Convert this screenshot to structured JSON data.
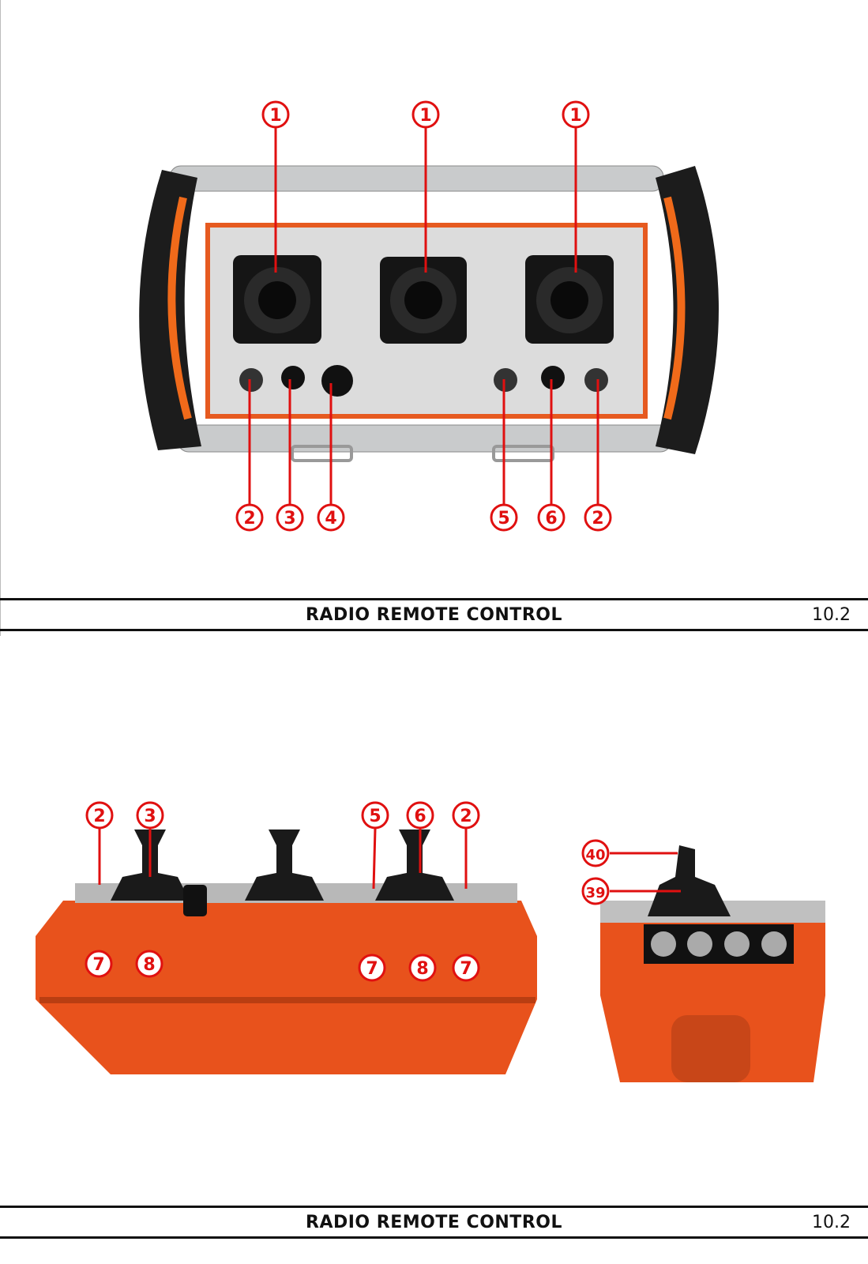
{
  "pages": [
    {
      "footer": {
        "title": "RADIO REMOTE CONTROL",
        "section": "10.2"
      }
    },
    {
      "footer": {
        "title": "RADIO REMOTE CONTROL",
        "section": "10.2"
      }
    }
  ],
  "top_view_callouts": {
    "joystick_left": "1",
    "joystick_center": "1",
    "joystick_right": "1",
    "toggle_left": "2",
    "switch_3": "3",
    "knob_4": "4",
    "switch_5": "5",
    "switch_6": "6",
    "toggle_right": "2"
  },
  "front_view_callouts": {
    "c2a": "2",
    "c3": "3",
    "c5": "5",
    "c6": "6",
    "c2b": "2",
    "c7a": "7",
    "c8a": "8",
    "c7b": "7",
    "c8b": "8",
    "c7c": "7"
  },
  "side_view_callouts": {
    "c40": "40",
    "c39": "39"
  }
}
